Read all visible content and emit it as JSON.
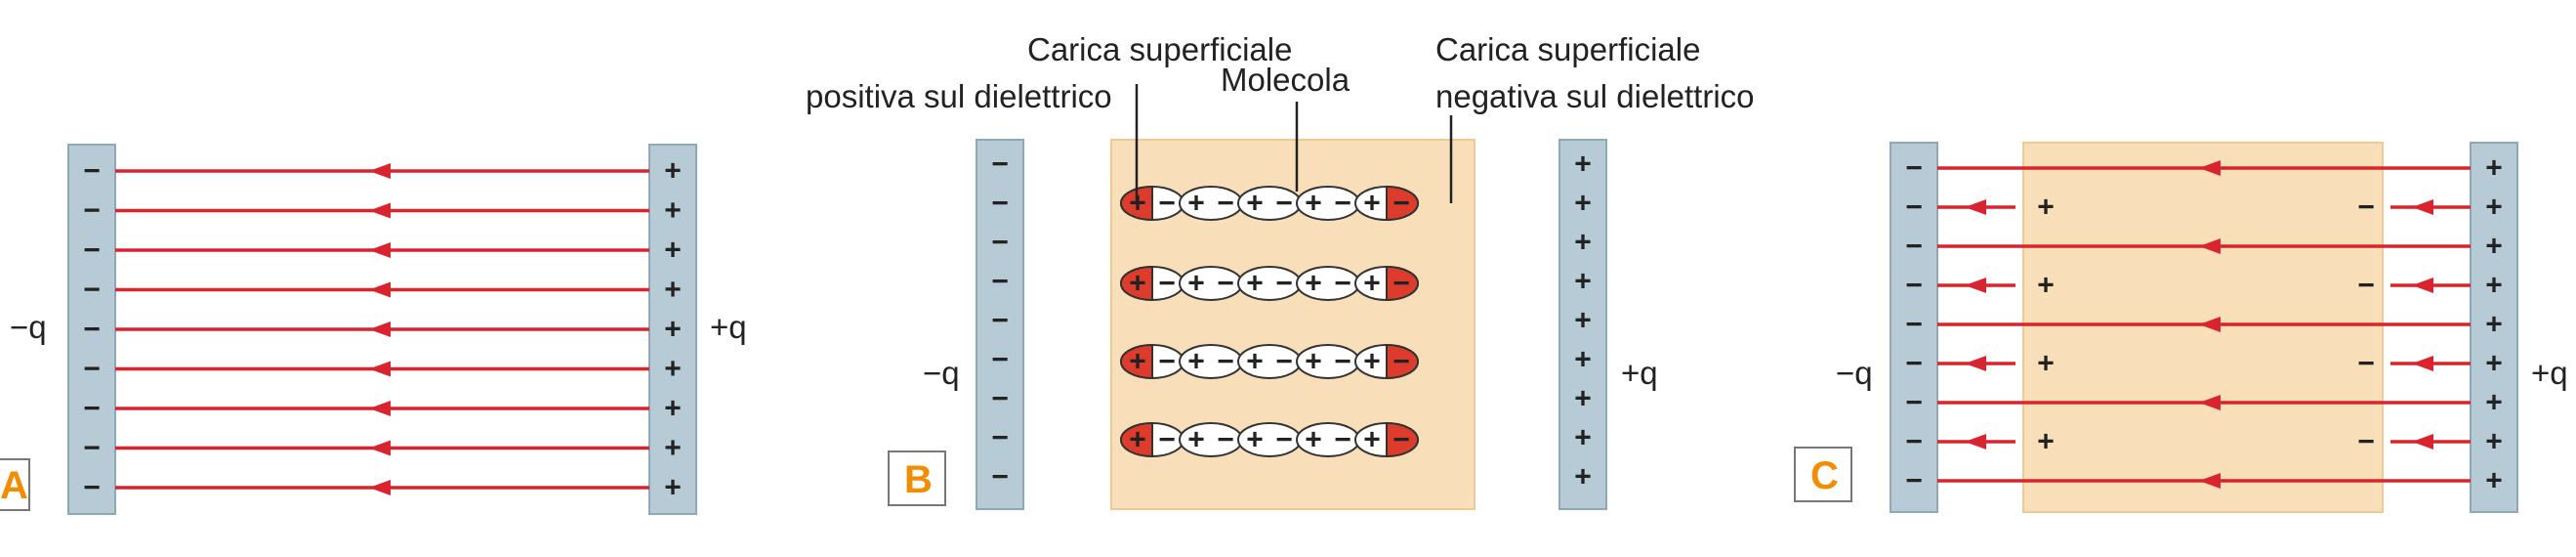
{
  "panels": [
    {
      "label": "A",
      "neg_charge": "−q",
      "pos_charge": "+q",
      "has_dielectric": false,
      "neg_sign": "−",
      "pos_sign": "+"
    },
    {
      "label": "B",
      "neg_charge": "−q",
      "pos_charge": "+q",
      "has_dielectric": true,
      "neg_sign": "−",
      "pos_sign": "+",
      "annotations": {
        "left_line1": "Carica superficiale",
        "left_line2": "positiva sul dielettrico",
        "middle": "Molecola",
        "right_line1": "Carica superficiale",
        "right_line2": "negativa sul dielettrico"
      }
    },
    {
      "label": "C",
      "neg_charge": "−q",
      "pos_charge": "+q",
      "has_dielectric": true,
      "neg_sign": "−",
      "pos_sign": "+"
    }
  ],
  "colors": {
    "plate": "#b7cbd6",
    "plate_stroke": "#8ea8b6",
    "field_line": "#d9232e",
    "dielectric": "#f8dfba",
    "dielectric_stroke": "#efc993",
    "molecule_red": "#dd3b2b",
    "panel_label": "#f28c00"
  }
}
